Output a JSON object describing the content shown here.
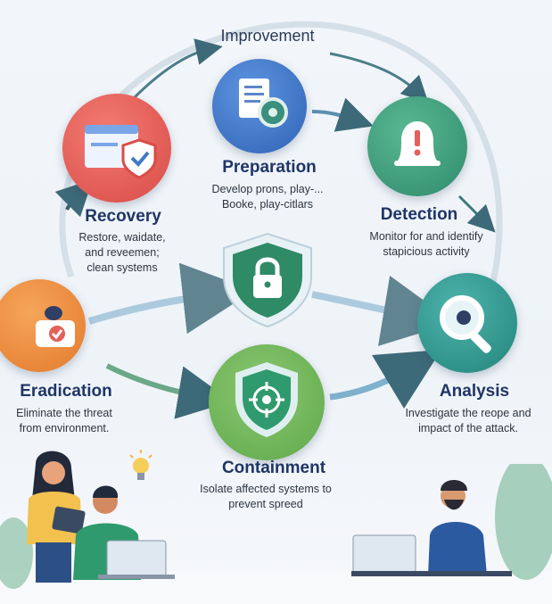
{
  "cycle_label": "Improvement",
  "phases": {
    "preparation": {
      "title": "Preparation",
      "desc": [
        "Develop prons, play-...",
        "Booke, play-citlars"
      ],
      "color": "#3f78c9"
    },
    "detection": {
      "title": "Detection",
      "desc": [
        "Monitor for and identify",
        "stapicious activity"
      ],
      "color": "#3a9a78"
    },
    "analysis": {
      "title": "Analysis",
      "desc": [
        "Investigate the reope and",
        "impact of the attack."
      ],
      "color": "#2f9a92"
    },
    "containment": {
      "title": "Containment",
      "desc": [
        "Isolate affected systems to",
        "prevent spreed"
      ],
      "color": "#6db35a"
    },
    "eradication": {
      "title": "Eradication",
      "desc": [
        "Eliminate the threat",
        "from environment."
      ],
      "color": "#ee8a3a"
    },
    "recovery": {
      "title": "Recovery",
      "desc": [
        "Restore, waidate,",
        "and reveemen;",
        "clean systems"
      ],
      "color": "#e4605a"
    }
  },
  "center_icon": "shield-lock-icon"
}
